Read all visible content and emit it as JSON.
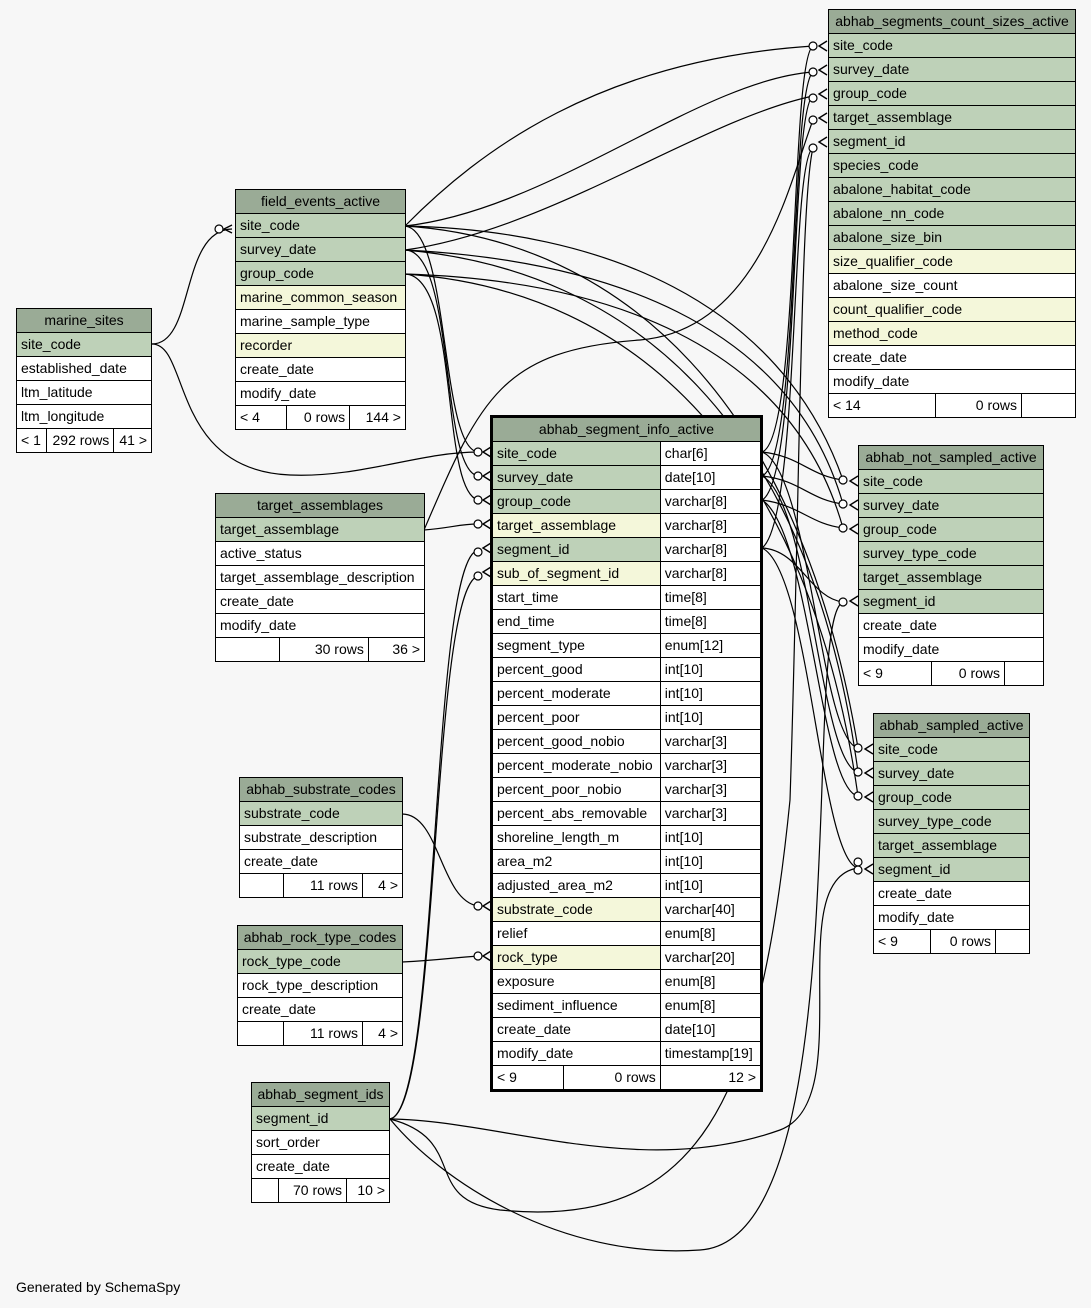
{
  "footer": "Generated by SchemaSpy",
  "tables": {
    "marine_sites": {
      "title": "marine_sites",
      "columns": [
        "site_code",
        "established_date",
        "ltm_latitude",
        "ltm_longitude"
      ],
      "footer": [
        "< 1",
        "292 rows",
        "41 >"
      ]
    },
    "field_events_active": {
      "title": "field_events_active",
      "columns": [
        "site_code",
        "survey_date",
        "group_code",
        "marine_common_season",
        "marine_sample_type",
        "recorder",
        "create_date",
        "modify_date"
      ],
      "footer": [
        "< 4",
        "0 rows",
        "144 >"
      ]
    },
    "target_assemblages": {
      "title": "target_assemblages",
      "columns": [
        "target_assemblage",
        "active_status",
        "target_assemblage_description",
        "create_date",
        "modify_date"
      ],
      "footer": [
        "",
        "30 rows",
        "36 >"
      ]
    },
    "abhab_substrate_codes": {
      "title": "abhab_substrate_codes",
      "columns": [
        "substrate_code",
        "substrate_description",
        "create_date"
      ],
      "footer": [
        "",
        "11 rows",
        "4 >"
      ]
    },
    "abhab_rock_type_codes": {
      "title": "abhab_rock_type_codes",
      "columns": [
        "rock_type_code",
        "rock_type_description",
        "create_date"
      ],
      "footer": [
        "",
        "11 rows",
        "4 >"
      ]
    },
    "abhab_segment_ids": {
      "title": "abhab_segment_ids",
      "columns": [
        "segment_id",
        "sort_order",
        "create_date"
      ],
      "footer": [
        "",
        "70 rows",
        "10 >"
      ]
    },
    "abhab_segment_info_active": {
      "title": "abhab_segment_info_active",
      "columns": [
        [
          "site_code",
          "char[6]"
        ],
        [
          "survey_date",
          "date[10]"
        ],
        [
          "group_code",
          "varchar[8]"
        ],
        [
          "target_assemblage",
          "varchar[8]"
        ],
        [
          "segment_id",
          "varchar[8]"
        ],
        [
          "sub_of_segment_id",
          "varchar[8]"
        ],
        [
          "start_time",
          "time[8]"
        ],
        [
          "end_time",
          "time[8]"
        ],
        [
          "segment_type",
          "enum[12]"
        ],
        [
          "percent_good",
          "int[10]"
        ],
        [
          "percent_moderate",
          "int[10]"
        ],
        [
          "percent_poor",
          "int[10]"
        ],
        [
          "percent_good_nobio",
          "varchar[3]"
        ],
        [
          "percent_moderate_nobio",
          "varchar[3]"
        ],
        [
          "percent_poor_nobio",
          "varchar[3]"
        ],
        [
          "percent_abs_removable",
          "varchar[3]"
        ],
        [
          "shoreline_length_m",
          "int[10]"
        ],
        [
          "area_m2",
          "int[10]"
        ],
        [
          "adjusted_area_m2",
          "int[10]"
        ],
        [
          "substrate_code",
          "varchar[40]"
        ],
        [
          "relief",
          "enum[8]"
        ],
        [
          "rock_type",
          "varchar[20]"
        ],
        [
          "exposure",
          "enum[8]"
        ],
        [
          "sediment_influence",
          "enum[8]"
        ],
        [
          "create_date",
          "date[10]"
        ],
        [
          "modify_date",
          "timestamp[19]"
        ]
      ],
      "footer": [
        "< 9",
        "0 rows",
        "12 >"
      ]
    },
    "abhab_segments_count_sizes_active": {
      "title": "abhab_segments_count_sizes_active",
      "columns": [
        "site_code",
        "survey_date",
        "group_code",
        "target_assemblage",
        "segment_id",
        "species_code",
        "abalone_habitat_code",
        "abalone_nn_code",
        "abalone_size_bin",
        "size_qualifier_code",
        "abalone_size_count",
        "count_qualifier_code",
        "method_code",
        "create_date",
        "modify_date"
      ],
      "footer": [
        "< 14",
        "0 rows",
        ""
      ]
    },
    "abhab_not_sampled_active": {
      "title": "abhab_not_sampled_active",
      "columns": [
        "site_code",
        "survey_date",
        "group_code",
        "survey_type_code",
        "target_assemblage",
        "segment_id",
        "create_date",
        "modify_date"
      ],
      "footer": [
        "< 9",
        "0 rows",
        ""
      ]
    },
    "abhab_sampled_active": {
      "title": "abhab_sampled_active",
      "columns": [
        "site_code",
        "survey_date",
        "group_code",
        "survey_type_code",
        "target_assemblage",
        "segment_id",
        "create_date",
        "modify_date"
      ],
      "footer": [
        "< 9",
        "0 rows",
        ""
      ]
    }
  }
}
